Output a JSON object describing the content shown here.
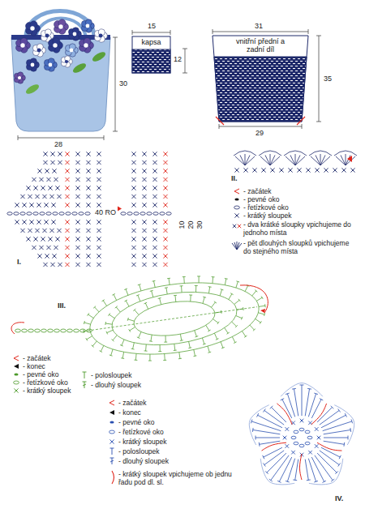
{
  "diagram": {
    "nodes": [
      {
        "text": [
          "kapsa"
        ]
      },
      {
        "text": [
          "vnitřní přední a zadní díl"
        ]
      }
    ],
    "labels": [
      "30",
      "28",
      "15",
      "12",
      "31",
      "35",
      "29",
      "40 RO",
      "10",
      "20",
      "30",
      "I.",
      "II.",
      "III.",
      "IV."
    ],
    "legend": [
      {
        "text": "- začátek"
      },
      {
        "text": "- pevné oko"
      },
      {
        "text": "- řetízkové oko"
      },
      {
        "text": "- krátký sloupek"
      },
      {
        "text": "- dva krátké sloupky vpichujeme do jednoho místa"
      },
      {
        "text": "- pět dlouhých sloupků vpichujeme do stejného místa"
      },
      {
        "text": "- začátek"
      },
      {
        "text": "- konec"
      },
      {
        "text": "- pevné oko"
      },
      {
        "text": "- řetízkové oko"
      },
      {
        "text": "- krátký sloupek"
      },
      {
        "text": "- polosloupek"
      },
      {
        "text": "- dlouhý sloupek"
      },
      {
        "text": "- začátek"
      },
      {
        "text": "- konec"
      },
      {
        "text": "- pevné oko"
      },
      {
        "text": "- řetízkové oko"
      },
      {
        "text": "- krátký sloupek"
      },
      {
        "text": "- polosloupek"
      },
      {
        "text": "- dlouhý sloupek"
      },
      {
        "text": "- krátký sloupek vpichujeme ob jednu řadu pod dl. sl."
      }
    ]
  }
}
